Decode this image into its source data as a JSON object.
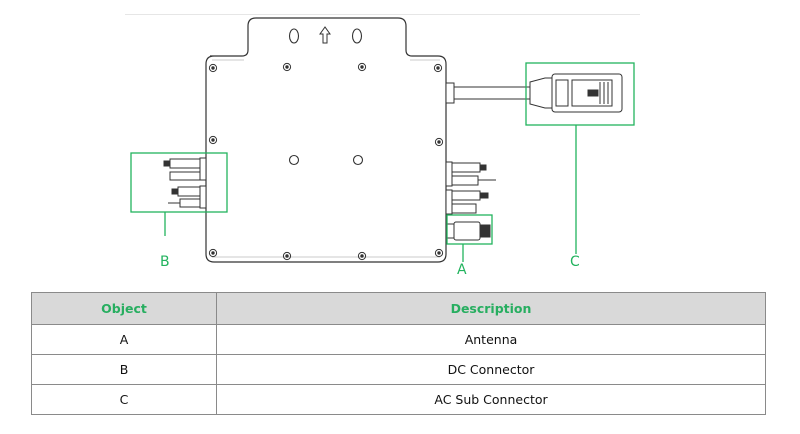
{
  "callouts": {
    "a": "A",
    "b": "B",
    "c": "C"
  },
  "table": {
    "headers": [
      "Object",
      "Description"
    ],
    "rows": [
      [
        "A",
        "Antenna"
      ],
      [
        "B",
        "DC Connector"
      ],
      [
        "C",
        "AC Sub Connector"
      ]
    ]
  },
  "colors": {
    "callout_green": "#22b35e",
    "header_text_green": "#27ae60",
    "header_bg": "#d9d9d9",
    "line": "#333333"
  },
  "icons": [
    "up-arrow-icon",
    "screw-icon",
    "mounting-hole-icon"
  ]
}
